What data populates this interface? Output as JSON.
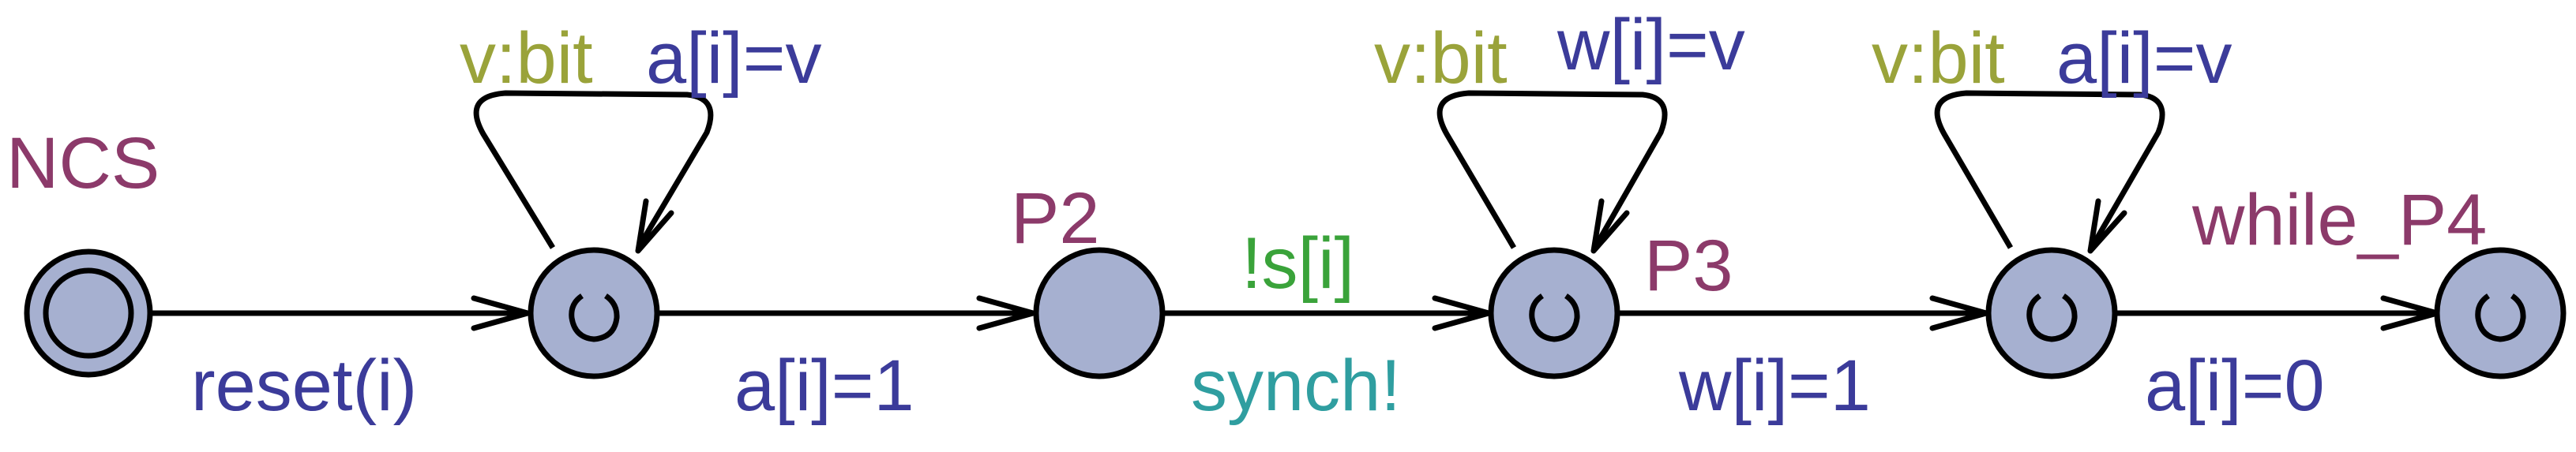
{
  "colors": {
    "location_fill": "#a6b0d0",
    "name": "#8c3a6a",
    "select": "#9aa33a",
    "update": "#3b3b9a",
    "guard": "#3aa33a",
    "sync": "#2f9ea0"
  },
  "locations": {
    "ncs": {
      "name": "NCS",
      "initial": true
    },
    "l1": {
      "name": "",
      "urgent": true
    },
    "p2": {
      "name": "P2"
    },
    "p3": {
      "name": "P3",
      "urgent": true
    },
    "l4": {
      "name": "",
      "urgent": true
    },
    "while_p4": {
      "name": "while_P4",
      "urgent": true
    }
  },
  "edges": {
    "e1": {
      "update": "reset(i)"
    },
    "e2": {
      "update": "a[i]=1"
    },
    "e3": {
      "guard": "!s[i]",
      "sync": "synch!"
    },
    "e4": {
      "update": "w[i]=1"
    },
    "e5": {
      "update": "a[i]=0"
    }
  },
  "self_loops": {
    "loop1": {
      "select": "v:bit",
      "update": "a[i]=v"
    },
    "loop2": {
      "select": "v:bit",
      "update": "w[i]=v"
    },
    "loop3": {
      "select": "v:bit",
      "update": "a[i]=v"
    }
  }
}
